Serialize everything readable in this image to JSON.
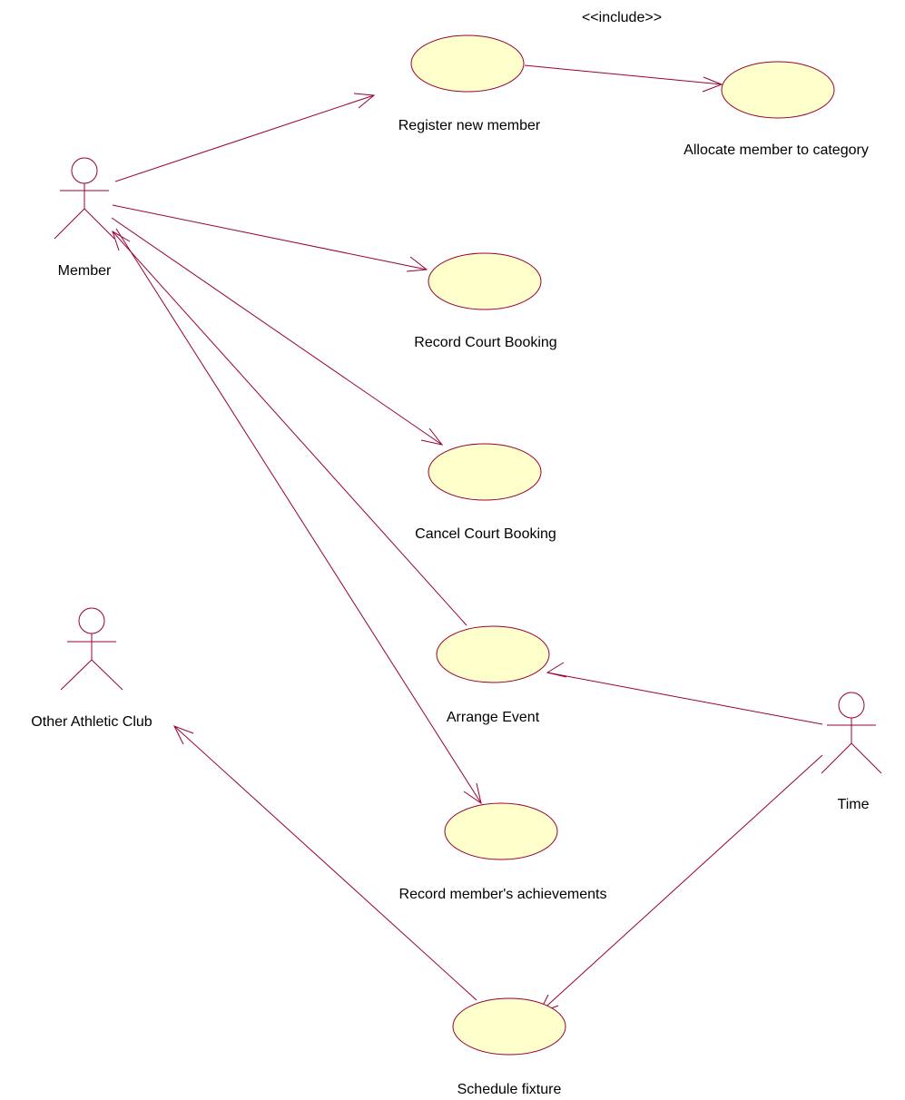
{
  "diagram": {
    "stroke_color": "#990033",
    "usecase_fill": "#ffffcc",
    "background": "#ffffff",
    "actors": {
      "member": "Member",
      "other_club": "Other Athletic Club",
      "time": "Time"
    },
    "usecases": {
      "register": "Register new member",
      "allocate": "Allocate member to category",
      "record_booking": "Record Court Booking",
      "cancel_booking": "Cancel Court Booking",
      "arrange_event": "Arrange Event",
      "achievements": "Record member's achievements",
      "schedule_fixture": "Schedule fixture"
    },
    "stereotypes": {
      "include": "<<include>>"
    }
  }
}
